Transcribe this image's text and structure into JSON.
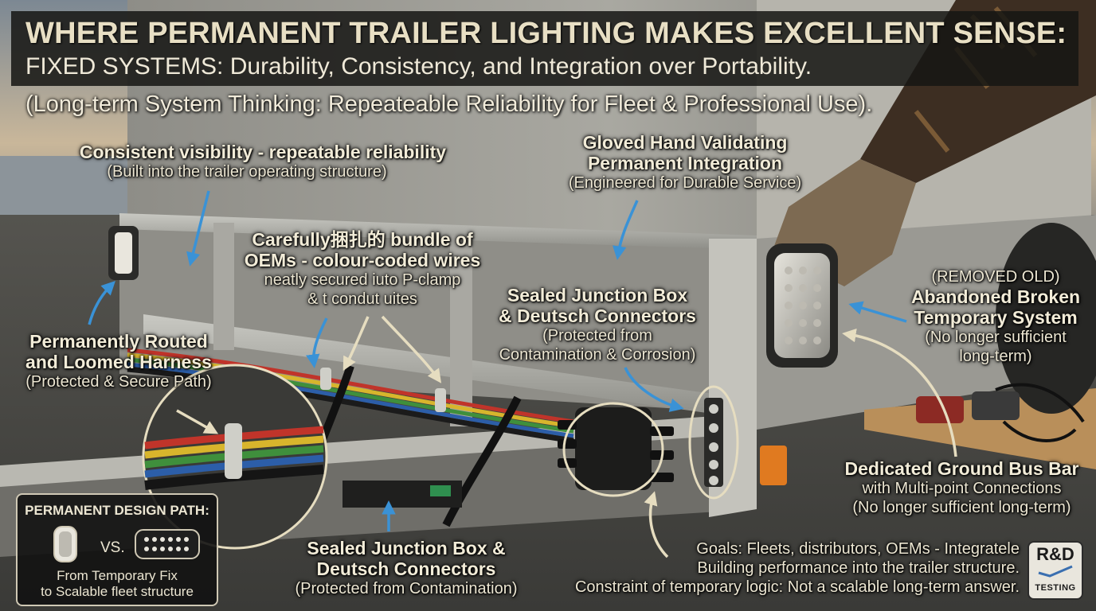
{
  "header": {
    "title": "WHERE PERMANENT TRAILER LIGHTING MAKES EXCELLENT SENSE:",
    "subtitle": "FIXED SYSTEMS: Durability, Consistency, and Integration over Portability.",
    "tagline": "(Long-term System Thinking: Repeateable Reliability for Fleet & Professional Use)."
  },
  "callouts": {
    "visibility": {
      "heading": "Consistent visibility - repeatable reliability",
      "sub": "(Built into the trailer operating structure)"
    },
    "gloved": {
      "heading1": "Gloved Hand Validating",
      "heading2": "Permanent Integration",
      "sub": "(Engineered for Durable Service)"
    },
    "bundle": {
      "heading1": "Carefully捆扎的 bundle of",
      "heading2": "OEMs - colour-coded wires",
      "sub1": "neatly secured iuto P-clamp",
      "sub2": "& t condut uites"
    },
    "harness": {
      "heading1": "Permanently Routed",
      "heading2": "and Loomed Harness",
      "sub": "(Protected & Secure Path)"
    },
    "junction_top": {
      "heading1": "Sealed Junction Box",
      "heading2": "& Deutsch Connectors",
      "sub1": "(Protected from",
      "sub2": "Contamination & Corrosion)"
    },
    "removed": {
      "line1": "(REMOVED OLD)",
      "heading1": "Abandoned Broken",
      "heading2": "Temporary System",
      "sub1": "(No longer sufficient",
      "sub2": "long-term)"
    },
    "ground_bus": {
      "heading": "Dedicated Ground Bus Bar",
      "sub1": "with Multi-point Connections",
      "sub2": "(No longer sufficient long-term)"
    },
    "junction_bottom": {
      "heading1": "Sealed Junction Box &",
      "heading2": "Deutsch Connectors",
      "sub": "(Protected from Contamination)"
    },
    "goals": {
      "line1": "Goals: Fleets, distributors, OEMs - Integratele",
      "line2": "Building performance into the trailer structure.",
      "line3": "Constraint of temporary logic: Not a scalable long-term answer."
    }
  },
  "design_path": {
    "title": "PERMANENT DESIGN PATH:",
    "vs": "VS.",
    "caption1": "From Temporary Fix",
    "caption2": "to Scalable fleet structure"
  },
  "badge": {
    "name": "R&D",
    "sub": "TESTING"
  },
  "colors": {
    "title_text": "#e8dfc4",
    "callout_arrow_blue": "#3a92d6",
    "callout_arrow_cream": "#e6ddc0",
    "wire_red": "#c0342a",
    "wire_yellow": "#d8b52c",
    "wire_green": "#3f8f3c",
    "wire_blue": "#2c5ea8",
    "amber_marker": "#e07a20"
  },
  "icons": [
    "clearance-light-icon",
    "led-light-icon",
    "gloved-hand-icon",
    "junction-box-icon",
    "ground-bus-bar-icon",
    "p-clamp-icon"
  ]
}
